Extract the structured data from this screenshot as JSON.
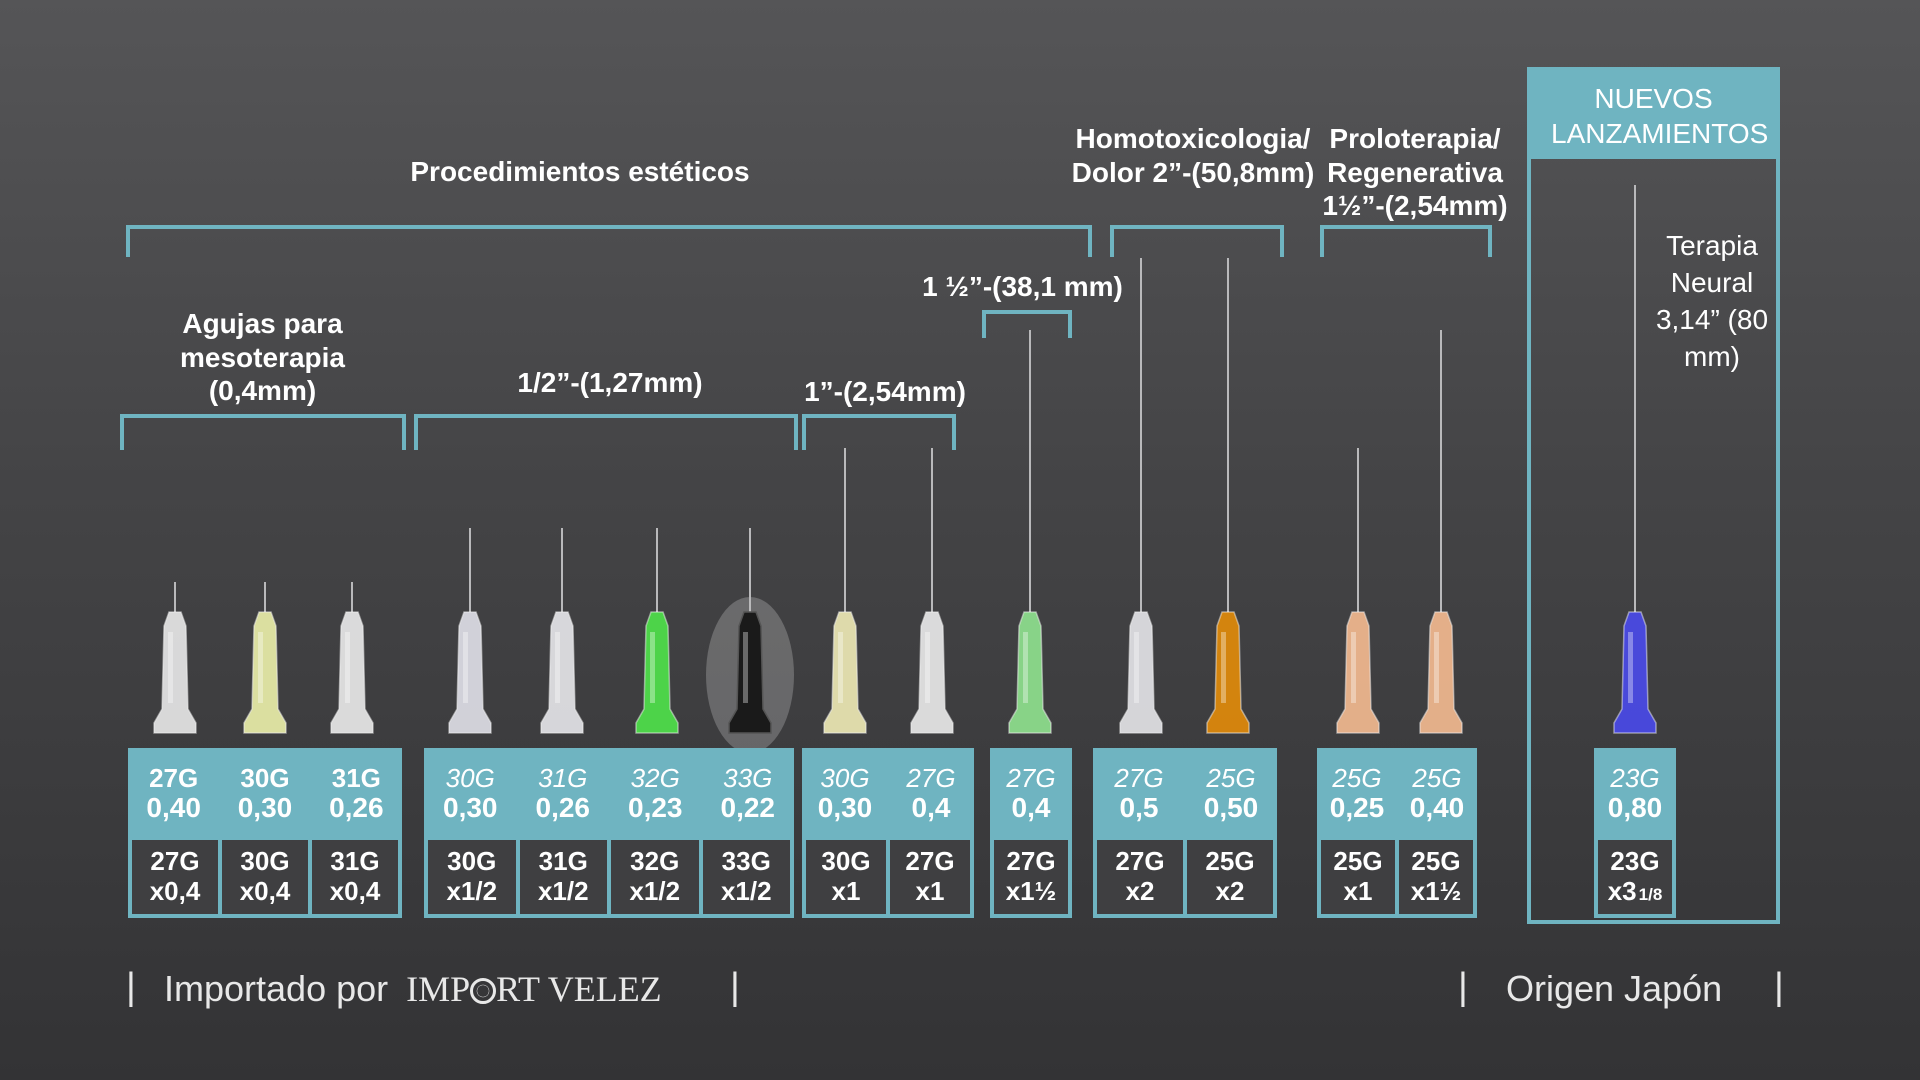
{
  "headings": {
    "esteticos": "Procedimientos estéticos",
    "mesoterapia": "Agujas para mesoterapia (0,4mm)",
    "half": "1/2”-(1,27mm)",
    "one": "1”-(2,54mm)",
    "onehalf": "1 ½”-(38,1 mm)",
    "homotox": "Homotoxicologia/ Dolor 2”-(50,8mm)",
    "prolo": "Proloterapia/ Regenerativa 1½”-(2,54mm)",
    "nuevos": "NUEVOS LANZAMIENTOS",
    "neural": "Terapia Neural 3,14” (80 mm)"
  },
  "colors": {
    "accent": "#6fb4c1",
    "background": "#444446",
    "cell": "#3f3f41"
  },
  "needles": [
    {
      "gauge": "27G",
      "diameter": "0,40",
      "size": "27G x0,4",
      "hub": "#e6e6e6"
    },
    {
      "gauge": "30G",
      "diameter": "0,30",
      "size": "30G x0,4",
      "hub": "#e9eda9"
    },
    {
      "gauge": "31G",
      "diameter": "0,26",
      "size": "31G x0,4",
      "hub": "#e8e8e8"
    },
    {
      "gauge": "30G",
      "diameter": "0,30",
      "size": "30G x1/2",
      "hub": "#dedee6"
    },
    {
      "gauge": "31G",
      "diameter": "0,26",
      "size": "31G x1/2",
      "hub": "#e4e4e8"
    },
    {
      "gauge": "32G",
      "diameter": "0,23",
      "size": "32G x1/2",
      "hub": "#4fe04a"
    },
    {
      "gauge": "33G",
      "diameter": "0,22",
      "size": "33G x1/2",
      "hub": "#1a1a1a"
    },
    {
      "gauge": "30G",
      "diameter": "0,30",
      "size": "30G x1",
      "hub": "#ece8b4"
    },
    {
      "gauge": "27G",
      "diameter": "0,4",
      "size": "27G x1",
      "hub": "#e8e8e8"
    },
    {
      "gauge": "27G",
      "diameter": "0,4",
      "size": "27G x1½",
      "hub": "#8fe08e"
    },
    {
      "gauge": "27G",
      "diameter": "0,5",
      "size": "27G x2",
      "hub": "#e2e2e6"
    },
    {
      "gauge": "25G",
      "diameter": "0,50",
      "size": "25G x2",
      "hub": "#e08a0a"
    },
    {
      "gauge": "25G",
      "diameter": "0,25",
      "size": "25G x1",
      "hub": "#f2b990"
    },
    {
      "gauge": "25G",
      "diameter": "0,40",
      "size": "25G x1½",
      "hub": "#f2b990"
    },
    {
      "gauge": "23G",
      "diameter": "0,80",
      "size": "23G x3",
      "size_frac": "1/8",
      "hub": "#4a4ae8"
    }
  ],
  "footer": {
    "importado": "Importado por",
    "brand_pre": "IMP",
    "brand_post": "RT VELEZ",
    "origen": "Origen Japón",
    "pipe": "|"
  }
}
